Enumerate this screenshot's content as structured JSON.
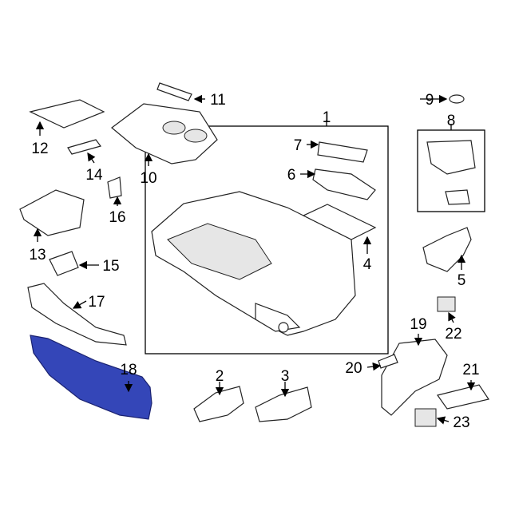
{
  "title": "Center console parts diagram",
  "accent_color": "#3446b8",
  "callouts": [
    {
      "id": "c1",
      "text": "1"
    },
    {
      "id": "c2",
      "text": "2"
    },
    {
      "id": "c3",
      "text": "3"
    },
    {
      "id": "c4",
      "text": "4"
    },
    {
      "id": "c5",
      "text": "5"
    },
    {
      "id": "c6",
      "text": "6"
    },
    {
      "id": "c7",
      "text": "7"
    },
    {
      "id": "c8",
      "text": "8"
    },
    {
      "id": "c9",
      "text": "9"
    },
    {
      "id": "c10",
      "text": "10"
    },
    {
      "id": "c11",
      "text": "11"
    },
    {
      "id": "c12",
      "text": "12"
    },
    {
      "id": "c13",
      "text": "13"
    },
    {
      "id": "c14",
      "text": "14"
    },
    {
      "id": "c15",
      "text": "15"
    },
    {
      "id": "c16",
      "text": "16"
    },
    {
      "id": "c17",
      "text": "17"
    },
    {
      "id": "c18",
      "text": "18"
    },
    {
      "id": "c19",
      "text": "19"
    },
    {
      "id": "c20",
      "text": "20"
    },
    {
      "id": "c21",
      "text": "21"
    },
    {
      "id": "c22",
      "text": "22"
    },
    {
      "id": "c23",
      "text": "23"
    }
  ]
}
